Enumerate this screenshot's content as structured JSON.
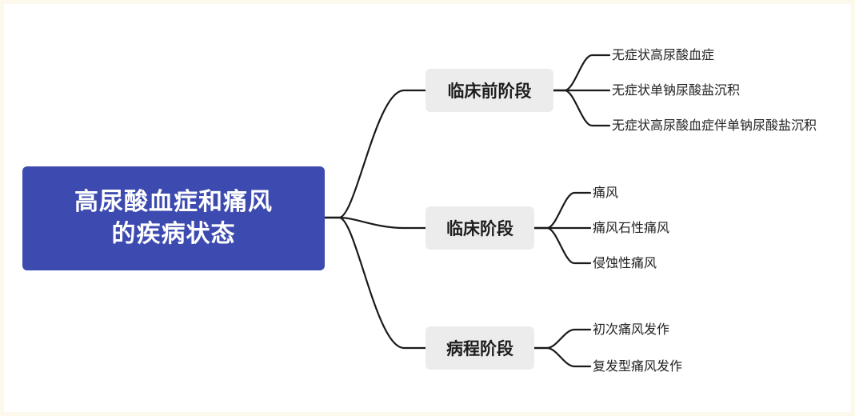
{
  "root": {
    "line1": "高尿酸血症和痛风",
    "line2": "的疾病状态"
  },
  "stages": [
    {
      "label": "临床前阶段",
      "items": [
        "无症状高尿酸血症",
        "无症状单钠尿酸盐沉积",
        "无症状高尿酸血症伴单钠尿酸盐沉积"
      ]
    },
    {
      "label": "临床阶段",
      "items": [
        "痛风",
        "痛风石性痛风",
        "侵蚀性痛风"
      ]
    },
    {
      "label": "病程阶段",
      "items": [
        "初次痛风发作",
        "复发型痛风发作"
      ]
    }
  ],
  "colors": {
    "root_bg": "#3d4aaf",
    "stage_bg": "#ececec",
    "line": "#1a1a1a",
    "page_bg": "#fdf8ec"
  }
}
